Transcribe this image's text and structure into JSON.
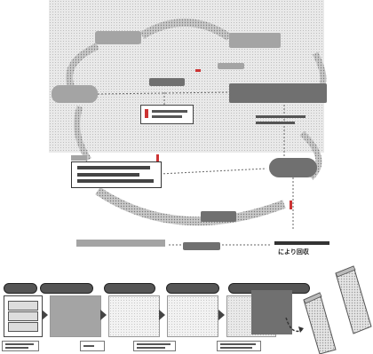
{
  "diagram": {
    "cycle_nodes": [
      {
        "id": "top-left",
        "label": ""
      },
      {
        "id": "top-right",
        "label": ""
      },
      {
        "id": "left",
        "label": ""
      },
      {
        "id": "right",
        "label": ""
      }
    ],
    "center_lines": [
      "",
      ""
    ],
    "bottom_right_text": "により回収"
  },
  "process": {
    "steps": [
      {
        "label": ""
      },
      {
        "label": ""
      },
      {
        "label": ""
      },
      {
        "label": ""
      },
      {
        "label": ""
      }
    ]
  },
  "colors": {
    "accent": "#cc3333",
    "dark_fill": "#555555",
    "panel_bg": "#e9e9e9"
  }
}
